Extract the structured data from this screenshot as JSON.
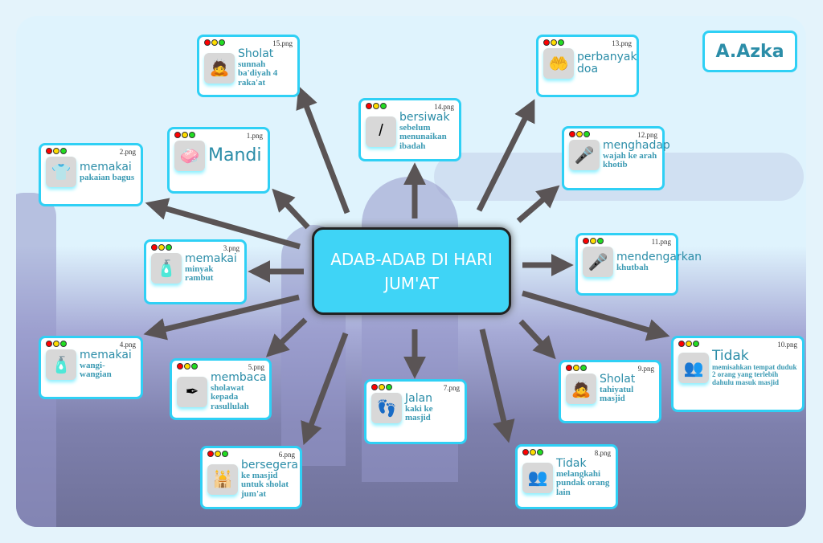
{
  "title": "ADAB-ADAB DI HARI JUM'AT",
  "logo": "A.Azka",
  "cards": [
    {
      "file": "1.png",
      "main": "Mandi",
      "sub": "",
      "icon": "soap-icon",
      "glyph": "🧼"
    },
    {
      "file": "2.png",
      "main": "memakai",
      "sub": "pakaian bagus",
      "icon": "shirt-icon",
      "glyph": "👕"
    },
    {
      "file": "3.png",
      "main": "memakai",
      "sub": "minyak rambut",
      "icon": "perfume-bottle-icon",
      "glyph": "🧴"
    },
    {
      "file": "4.png",
      "main": "memakai",
      "sub": "wangi-wangian",
      "icon": "perfume-bottle-icon",
      "glyph": "🧴"
    },
    {
      "file": "5.png",
      "main": "membaca",
      "sub": "sholawat kepada rasullulah",
      "icon": "calligraphy-icon",
      "glyph": "✒"
    },
    {
      "file": "6.png",
      "main": "bersegera",
      "sub": "ke masjid untuk sholat jum'at",
      "icon": "mosque-icon",
      "glyph": "🕌"
    },
    {
      "file": "7.png",
      "main": "Jalan",
      "sub": "kaki ke masjid",
      "icon": "footsteps-icon",
      "glyph": "👣"
    },
    {
      "file": "8.png",
      "main": "Tidak",
      "sub": "melangkahi pundak orang lain",
      "icon": "people-icon",
      "glyph": "👥"
    },
    {
      "file": "9.png",
      "main": "Sholat",
      "sub": "tahiyatul masjid",
      "icon": "prostrating-person-icon",
      "glyph": "🙇"
    },
    {
      "file": "10.png",
      "main": "Tidak",
      "sub": "memisahkan tempat duduk 2 orang yang terlebih dahulu masuk masjid",
      "icon": "people-icon",
      "glyph": "👥"
    },
    {
      "file": "11.png",
      "main": "mendengarkan",
      "sub": "khutbah",
      "icon": "preacher-podium-icon",
      "glyph": "🎤"
    },
    {
      "file": "12.png",
      "main": "menghadap",
      "sub": "wajah ke arah khotib",
      "icon": "preacher-podium-icon",
      "glyph": "🎤"
    },
    {
      "file": "13.png",
      "main": "perbanyak doa",
      "sub": "",
      "icon": "praying-hands-icon",
      "glyph": "🤲"
    },
    {
      "file": "14.png",
      "main": "bersiwak",
      "sub": "sebelum menunaikan ibadah",
      "icon": "miswak-stick-icon",
      "glyph": "/"
    },
    {
      "file": "15.png",
      "main": "Sholat",
      "sub": "sunnah ba'diyah 4 raka'at",
      "icon": "prostrating-person-icon",
      "glyph": "🙇"
    }
  ],
  "colors": {
    "accent": "#2fd0f5",
    "arrow": "#5a5455",
    "text": "#2b8da8"
  }
}
